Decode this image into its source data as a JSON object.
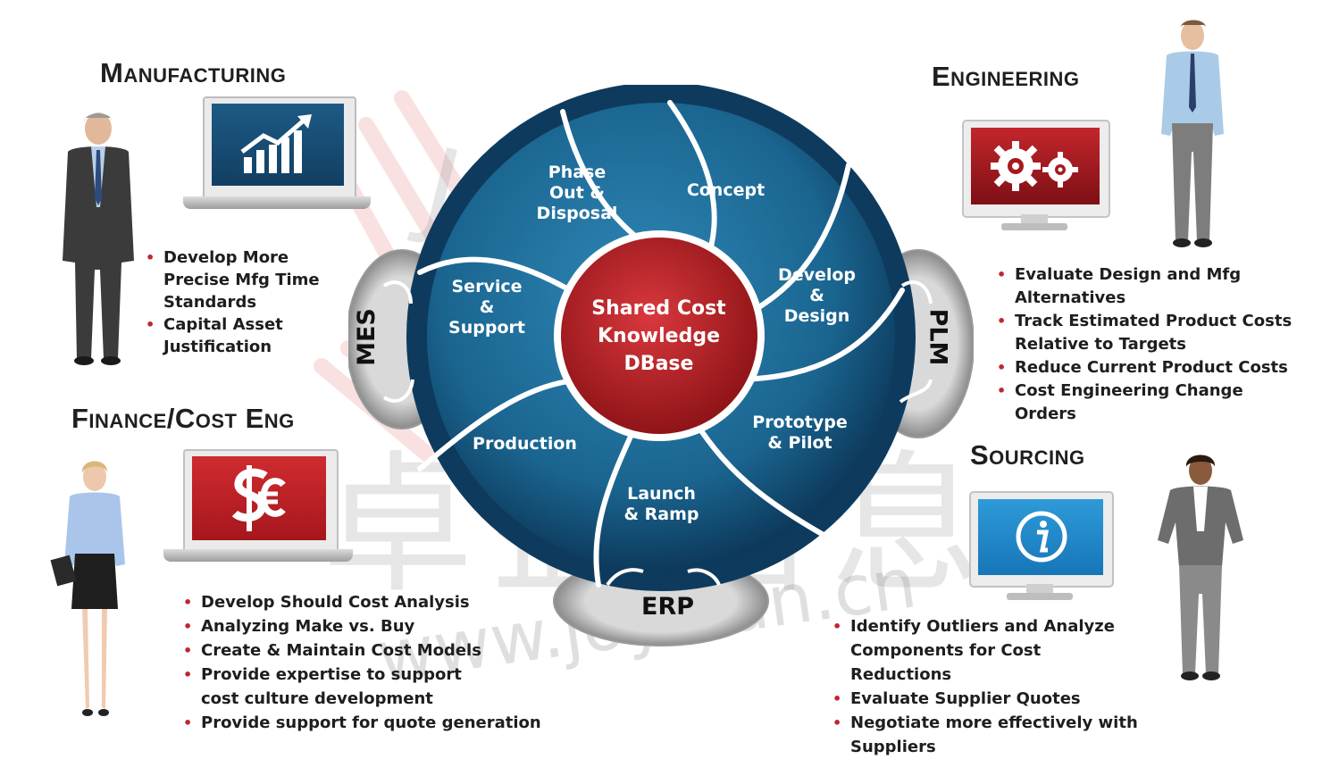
{
  "watermark": {
    "latin": "JOYSUN",
    "chinese": "卓盛信息",
    "url": "www.joy-sun.cn"
  },
  "cycle": {
    "center_lines": [
      "Shared Cost",
      "Knowledge",
      "DBase"
    ],
    "segments": {
      "phase_out": "Phase\nOut &\nDisposal",
      "concept": "Concept",
      "develop": "Develop\n&\nDesign",
      "prototype": "Prototype\n& Pilot",
      "launch": "Launch\n& Ramp",
      "production": "Production",
      "service": "Service\n&\nSupport"
    },
    "systems": {
      "mes": "MES",
      "plm": "PLM",
      "erp": "ERP"
    }
  },
  "manufacturing": {
    "title": "Manufacturing",
    "icon": "rising-bar-chart-icon",
    "items": [
      "Develop More Precise Mfg Time Standards",
      "Capital Asset Justification"
    ]
  },
  "engineering": {
    "title": "Engineering",
    "icon": "gears-icon",
    "items": [
      "Evaluate Design and Mfg Alternatives",
      "Track Estimated Product Costs Relative to Targets",
      "Reduce Current Product Costs",
      "Cost Engineering Change Orders"
    ]
  },
  "finance": {
    "title": "Finance/Cost Eng",
    "icon": "dollar-euro-icon",
    "items": [
      "Develop Should  Cost Analysis",
      "Analyzing Make vs. Buy",
      "Create & Maintain Cost Models",
      "Provide expertise to support cost culture development",
      "Provide support for quote generation"
    ]
  },
  "sourcing": {
    "title": "Sourcing",
    "icon": "info-icon",
    "items": [
      "Identify Outliers and Analyze Components for Cost Reductions",
      "Evaluate Supplier Quotes",
      "Negotiate more effectively with Suppliers"
    ]
  },
  "colors": {
    "wheel_blue": "#1c6a95",
    "wheel_dark": "#0d3a5c",
    "center_red": "#b81f24",
    "bullet_red": "#c0272d"
  }
}
